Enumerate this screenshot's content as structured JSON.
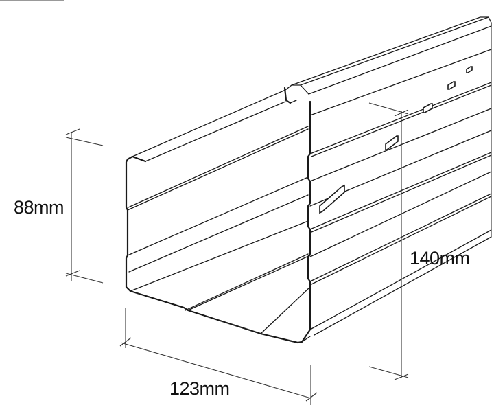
{
  "diagram": {
    "subject": "steel channel profile (isometric line drawing)",
    "line_color": "#1a1a1a",
    "background": "#ffffff"
  },
  "dimensions": {
    "height_left": {
      "label": "88mm"
    },
    "width_bottom": {
      "label": "123mm"
    },
    "height_right": {
      "label": "140mm"
    }
  }
}
